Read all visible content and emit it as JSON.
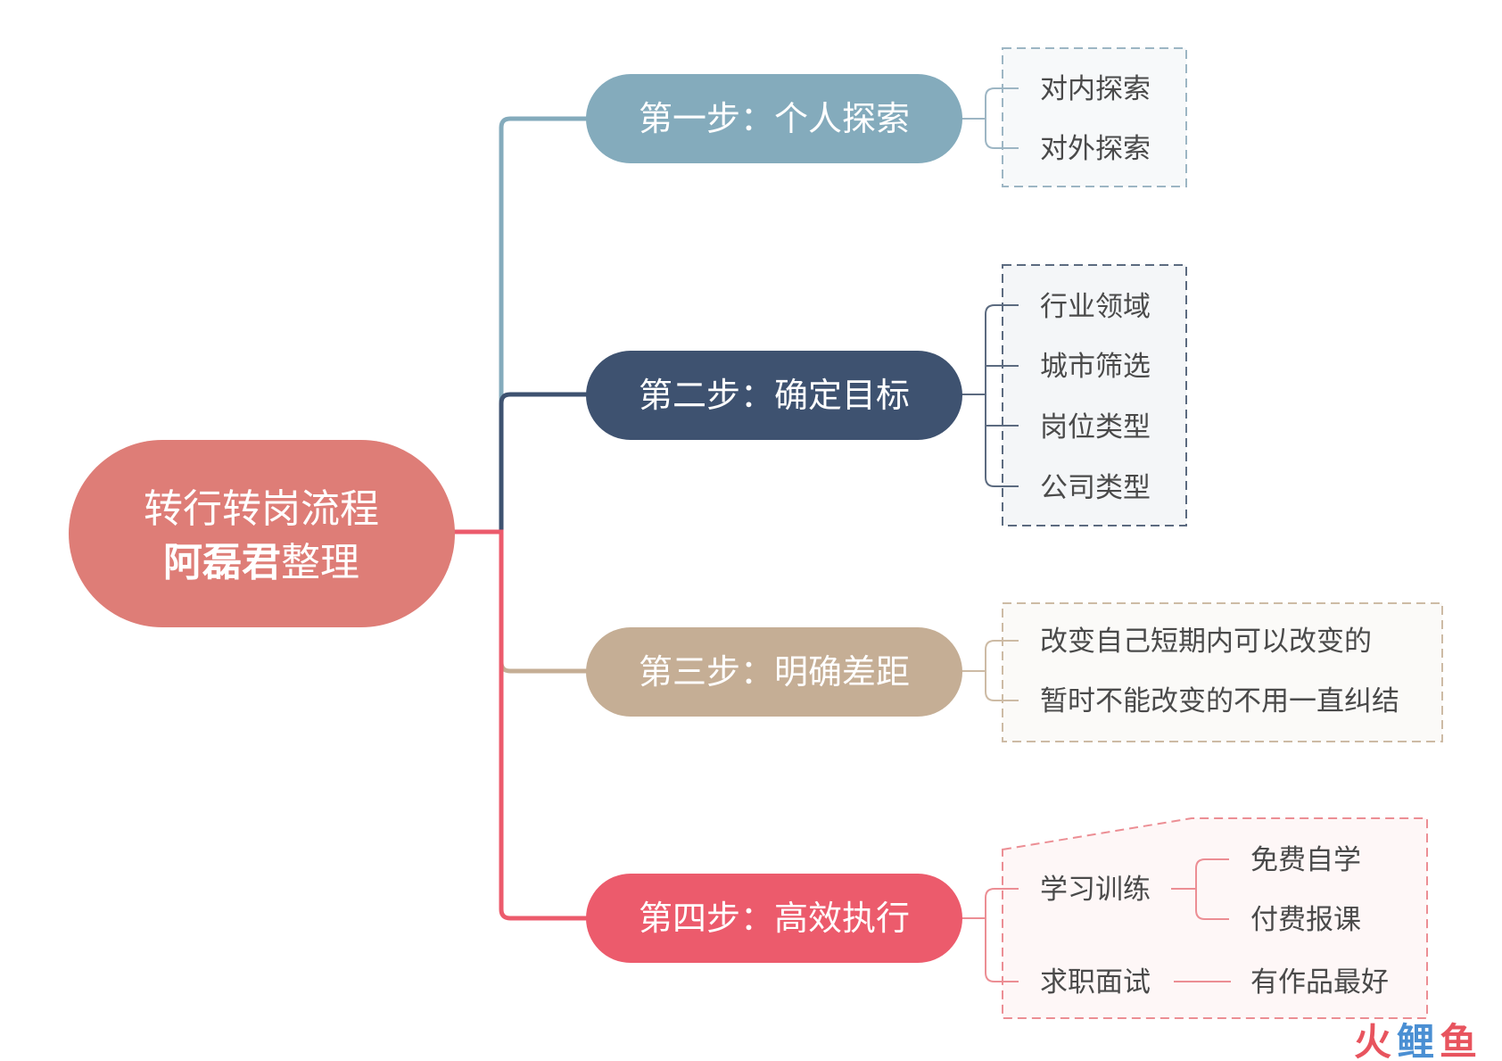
{
  "root": {
    "line1": "转行转岗流程",
    "line2_bold": "阿磊君",
    "line2_rest": "整理",
    "color": "#DE7D77"
  },
  "steps": [
    {
      "label": "第一步：个人探索",
      "color": "#84ABBC",
      "box_border": "#9DB6C4",
      "box_fill": "#F7F9FA",
      "items": [
        "对内探索",
        "对外探索"
      ]
    },
    {
      "label": "第二步：确定目标",
      "color": "#3E5270",
      "box_border": "#5C6B80",
      "box_fill": "#F4F6F8",
      "items": [
        "行业领域",
        "城市筛选",
        "岗位类型",
        "公司类型"
      ]
    },
    {
      "label": "第三步：明确差距",
      "color": "#C5AE95",
      "box_border": "#CDBBA5",
      "box_fill": "#FBFAF8",
      "items": [
        "改变自己短期内可以改变的",
        "暂时不能改变的不用一直纠结"
      ]
    },
    {
      "label": "第四步：高效执行",
      "color": "#EC5B6C",
      "box_border": "#EC8E94",
      "box_fill": "#FEF7F7",
      "groups": [
        {
          "label": "学习训练",
          "children": [
            "免费自学",
            "付费报课"
          ]
        },
        {
          "label": "求职面试",
          "children": [
            "有作品最好"
          ]
        }
      ]
    }
  ],
  "watermark": {
    "chars": [
      "火",
      "鲤",
      "鱼"
    ],
    "colors": [
      "#E8545E",
      "#4A8FD3",
      "#E8545E"
    ]
  }
}
